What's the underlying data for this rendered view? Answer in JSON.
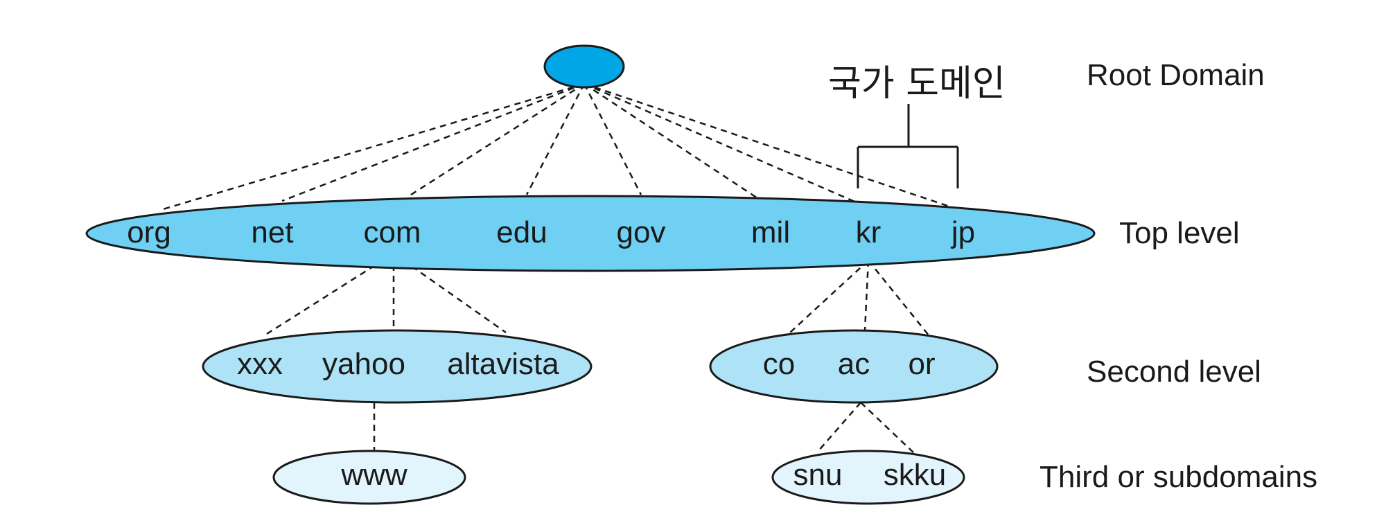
{
  "diagram": {
    "annotation": "국가 도메인",
    "levels": {
      "root": "Root Domain",
      "top": "Top level",
      "second": "Second level",
      "third": "Third or subdomains"
    },
    "top_level": [
      "org",
      "net",
      "com",
      "edu",
      "gov",
      "mil",
      "kr",
      "jp"
    ],
    "second_level_com": [
      "xxx",
      "yahoo",
      "altavista"
    ],
    "second_level_kr": [
      "co",
      "ac",
      "or"
    ],
    "third_level_com": [
      "www"
    ],
    "third_level_kr": [
      "snu",
      "skku"
    ],
    "colors": {
      "root": "#00a6e6",
      "top": "#6fd0f4",
      "second": "#aee3f7",
      "third": "#e3f5fc",
      "stroke": "#1a1a1a"
    }
  }
}
